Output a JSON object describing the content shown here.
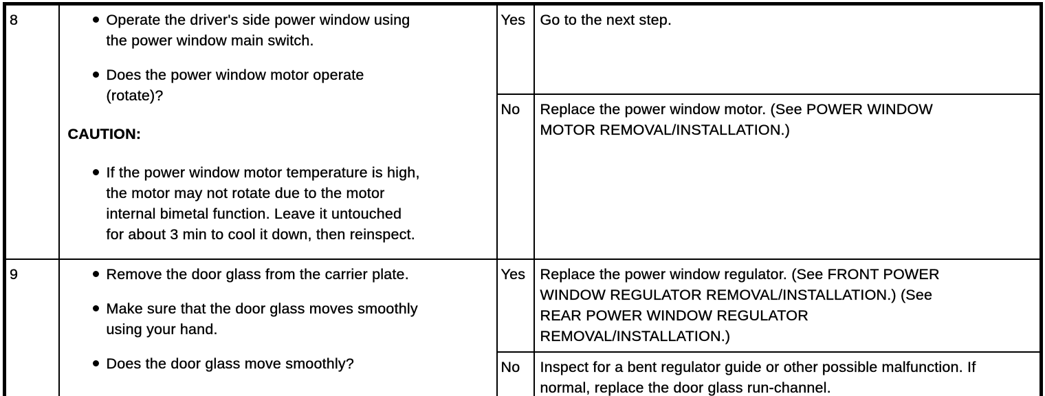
{
  "colors": {
    "ink": "#000000",
    "paper": "#ffffff"
  },
  "table": {
    "rows": [
      {
        "step": "8",
        "procedure": {
          "bullets": [
            {
              "lines": [
                "Operate the driver's side power window using",
                "the power window main switch."
              ]
            },
            {
              "lines": [
                "Does the power window motor operate",
                "(rotate)?"
              ]
            }
          ],
          "caution_label": "CAUTION:",
          "caution_bullets": [
            {
              "lines": [
                "If the power window motor temperature is high,",
                "the motor may not rotate due to the motor",
                "internal bimetal function. Leave it untouched",
                "for about 3 min to cool it down, then reinspect."
              ]
            }
          ]
        },
        "branches": [
          {
            "label": "Yes",
            "action_lines": [
              "Go to the next step."
            ]
          },
          {
            "label": "No",
            "action_lines": [
              "Replace the power window motor. (See POWER WINDOW",
              "MOTOR REMOVAL/INSTALLATION.)"
            ]
          }
        ]
      },
      {
        "step": "9",
        "procedure": {
          "bullets": [
            {
              "lines": [
                "Remove the door glass from the carrier plate."
              ]
            },
            {
              "lines": [
                "Make sure that the door glass moves smoothly",
                "using your hand."
              ]
            },
            {
              "lines": [
                "Does the door glass move smoothly?"
              ]
            }
          ]
        },
        "branches": [
          {
            "label": "Yes",
            "action_lines": [
              "Replace the power window regulator. (See FRONT POWER",
              "WINDOW REGULATOR REMOVAL/INSTALLATION.) (See",
              "REAR POWER WINDOW REGULATOR",
              "REMOVAL/INSTALLATION.)"
            ]
          },
          {
            "label": "No",
            "action_lines": [
              "Inspect for a bent regulator guide or other possible malfunction. If",
              "normal, replace the door glass run-channel."
            ]
          }
        ]
      }
    ]
  }
}
